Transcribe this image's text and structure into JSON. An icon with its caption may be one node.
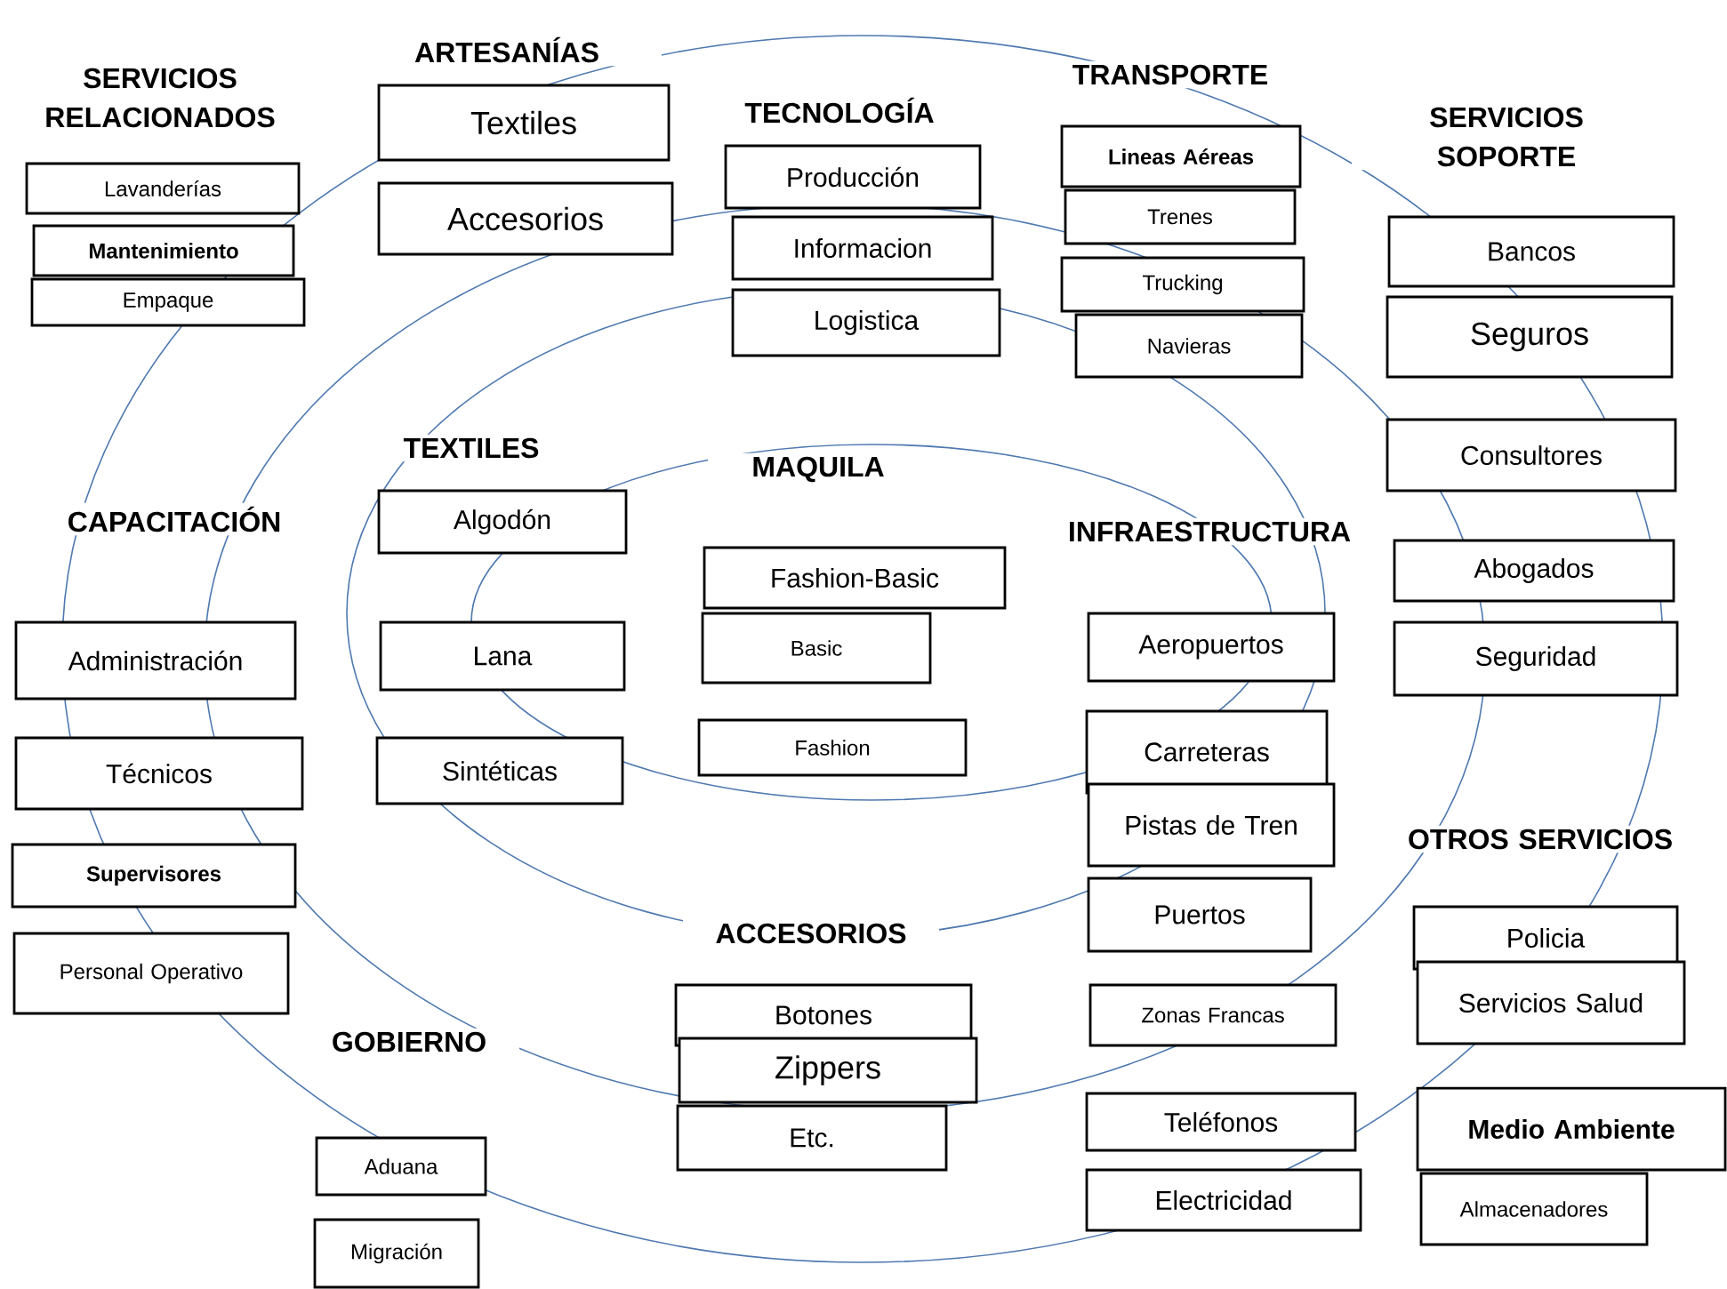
{
  "diagram": {
    "nodes": [
      {
        "text": [
          "Lavanderías"
        ]
      },
      {
        "text": [
          "Mantenimiento"
        ]
      },
      {
        "text": [
          "Empaque"
        ]
      },
      {
        "text": [
          "Textiles"
        ]
      },
      {
        "text": [
          "Accesorios"
        ]
      },
      {
        "text": [
          "Producción"
        ]
      },
      {
        "text": [
          "Informacion"
        ]
      },
      {
        "text": [
          "Logistica"
        ]
      },
      {
        "text": [
          "Lineas Aéreas"
        ]
      },
      {
        "text": [
          "Trenes"
        ]
      },
      {
        "text": [
          "Trucking"
        ]
      },
      {
        "text": [
          "Navieras"
        ]
      },
      {
        "text": [
          "Bancos"
        ]
      },
      {
        "text": [
          "Seguros"
        ]
      },
      {
        "text": [
          "Consultores"
        ]
      },
      {
        "text": [
          "Abogados"
        ]
      },
      {
        "text": [
          "Seguridad"
        ]
      },
      {
        "text": [
          "Algodón"
        ]
      },
      {
        "text": [
          "Lana"
        ]
      },
      {
        "text": [
          "Sintéticas"
        ]
      },
      {
        "text": [
          "Fashion-Basic"
        ]
      },
      {
        "text": [
          "Basic"
        ]
      },
      {
        "text": [
          "Fashion"
        ]
      },
      {
        "text": [
          "Aeropuertos"
        ]
      },
      {
        "text": [
          "Carreteras"
        ]
      },
      {
        "text": [
          "Pistas de Tren"
        ]
      },
      {
        "text": [
          "Puertos"
        ]
      },
      {
        "text": [
          "Zonas Francas"
        ]
      },
      {
        "text": [
          "Botones"
        ]
      },
      {
        "text": [
          "Zippers"
        ]
      },
      {
        "text": [
          "Etc."
        ]
      },
      {
        "text": [
          "Administración"
        ]
      },
      {
        "text": [
          "Técnicos"
        ]
      },
      {
        "text": [
          "Supervisores"
        ]
      },
      {
        "text": [
          "Personal Operativo"
        ]
      },
      {
        "text": [
          "Aduana"
        ]
      },
      {
        "text": [
          "Migración"
        ]
      },
      {
        "text": [
          "Teléfonos"
        ]
      },
      {
        "text": [
          "Electricidad"
        ]
      },
      {
        "text": [
          "Policia"
        ]
      },
      {
        "text": [
          "Servicios Salud"
        ]
      },
      {
        "text": [
          "Medio Ambiente"
        ]
      },
      {
        "text": [
          "Almacenadores"
        ]
      }
    ],
    "labels": [
      "SERVICIOS RELACIONADOS",
      "ARTESANÍAS",
      "TECNOLOGÍA",
      "TRANSPORTE",
      "SERVICIOS SOPORTE",
      "TEXTILES",
      "MAQUILA",
      "CAPACITACIÓN",
      "INFRAESTRUCTURA",
      "OTROS SERVICIOS",
      "ACCESORIOS",
      "GOBIERNO"
    ]
  }
}
